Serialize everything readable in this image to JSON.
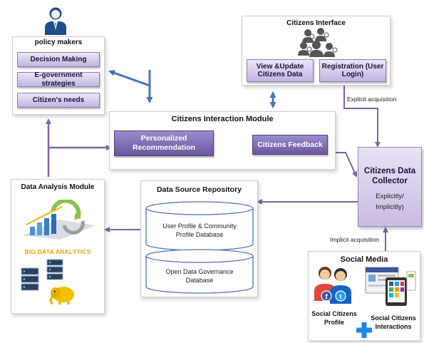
{
  "policy_makers": {
    "title": "policy makers",
    "items": [
      "Decision Making",
      "E-government strategies",
      "Citizen's needs"
    ]
  },
  "citizens_interface": {
    "title": "Citizens Interface",
    "view_update": "View &Update Citizens Data",
    "registration": "Registration (User Login)"
  },
  "interaction_module": {
    "title": "Citizens  Interaction Module",
    "personalized": "Personalized Recommendation",
    "feedback": "Citizens Feedback"
  },
  "collector": {
    "title": "Citizens Data Collector",
    "subtitle": "Explicitly/ Implicitly)"
  },
  "analysis": {
    "title": "Data Analysis Module",
    "big_data": "BIG DATA ANALYTICS"
  },
  "repository": {
    "title": "Data Source Repository",
    "db1": "User Profile & Community Profile  Database",
    "db2": "Open Data Governance Database"
  },
  "social_media": {
    "title": "Social Media",
    "profile": "Social Citizens Profile",
    "interactions": "Social Citizens Interactions"
  },
  "labels": {
    "explicit": "Explicit acquisition",
    "implicit": "Implicit acquisition"
  },
  "colors": {
    "arrow_purple": "#7b66a3",
    "arrow_blue": "#4a74b0",
    "button_purple": "#7a66aa"
  }
}
